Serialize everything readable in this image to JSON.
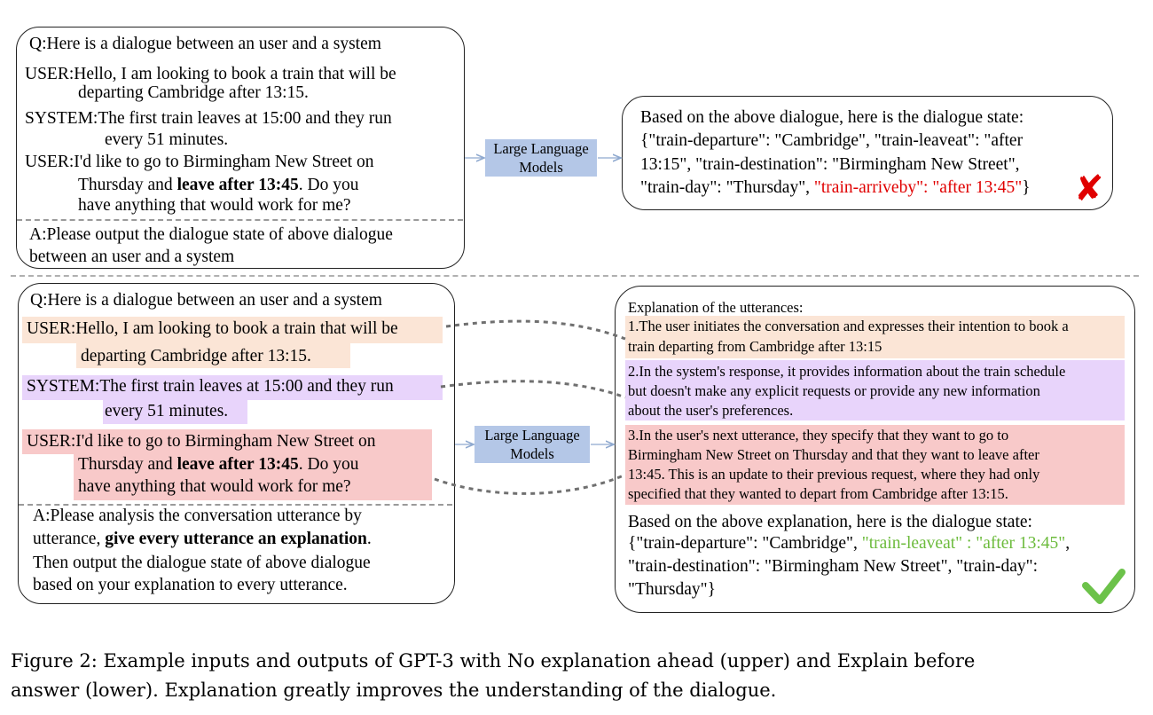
{
  "upper": {
    "question": "Q:Here is a dialogue between an user and a system",
    "user1_l1": "USER:Hello, I am looking to book a train that will be",
    "user1_l2": "departing Cambridge after 13:15.",
    "system_l1": "SYSTEM:The first train leaves at 15:00 and they run",
    "system_l2": "every 51 minutes.",
    "user2_l1": "USER:I'd like to go to Birmingham New Street on",
    "user2_l2a": "Thursday and ",
    "user2_l2b": "leave after 13:45",
    "user2_l2c": ". Do you",
    "user2_l3": "have anything that would work for me?",
    "answer_l1": "A:Please output the dialogue state of above dialogue",
    "answer_l2": "between an user and a system",
    "llm_l1": "Large Language",
    "llm_l2": "Models",
    "out_l1": "Based on the above dialogue, here is the dialogue state:",
    "out_l2": "{\"train-departure\": \"Cambridge\",  \"train-leaveat\": \"after",
    "out_l3": "13:15\",  \"train-destination\": \"Birmingham New Street\",",
    "out_l4a": "\"train-day\": \"Thursday\", ",
    "out_l4b": "\"train-arriveby\": \"after 13:45\"",
    "out_l4c": "}",
    "cross_glyph": "✘"
  },
  "lower": {
    "question": "Q:Here is a dialogue between an user and a system",
    "user1_l1": "USER:Hello, I am looking to book a train that will be",
    "user1_l2": "departing Cambridge after 13:15.",
    "system_l1": "SYSTEM:The first train leaves at 15:00 and they run",
    "system_l2": "every 51 minutes.",
    "user2_l1": "USER:I'd like to go to Birmingham New Street on",
    "user2_l2a": "Thursday and ",
    "user2_l2b": "leave after 13:45",
    "user2_l2c": ". Do you",
    "user2_l3": "have anything that would work for me?",
    "answer_l1": "A:Please analysis the conversation utterance by",
    "answer_l2a": "utterance, ",
    "answer_l2b": "give every utterance an explanation",
    "answer_l2c": ".",
    "answer_l3": "Then output the dialogue state of above dialogue",
    "answer_l4": "based on your explanation to every utterance.",
    "llm_l1": "Large Language",
    "llm_l2": "Models",
    "exp_title": "Explanation of the utterances:",
    "exp1_l1": "1.The user initiates the conversation and expresses their intention to book a",
    "exp1_l2": "train departing from Cambridge after 13:15",
    "exp2_l1": "2.In the system's response, it provides information about the train schedule",
    "exp2_l2": "but doesn't make any explicit requests or provide any new information",
    "exp2_l3": "about the user's preferences.",
    "exp3_l1": "3.In the user's next utterance, they specify that they want to go to",
    "exp3_l2": "Birmingham New Street on Thursday and that they want to leave after",
    "exp3_l3": "13:45. This is an update to their previous request, where they had only",
    "exp3_l4": "specified that they wanted to depart from Cambridge after 13:15.",
    "state_l1": "Based on the above explanation, here is the dialogue state:",
    "state_l2a": "{\"train-departure\": \"Cambridge\",  ",
    "state_l2b": "\"train-leaveat\" : \"after 13:45\"",
    "state_l2c": ",",
    "state_l3": "\"train-destination\": \"Birmingham New Street\", \"train-day\":",
    "state_l4": "\"Thursday\"}"
  },
  "caption_l1": "Figure 2: Example inputs and outputs of GPT-3 with No explanation ahead (upper) and Explain before",
  "caption_l2": "answer (lower). Explanation greatly improves the understanding of the dialogue.",
  "colors": {
    "orange_highlight": "#fbe5d6",
    "purple_highlight": "#e8d4fb",
    "pink_highlight": "#f8c9c9",
    "llm_box": "#b4c7e7",
    "wrong": "#e00000",
    "correct": "#6cbb3c"
  }
}
